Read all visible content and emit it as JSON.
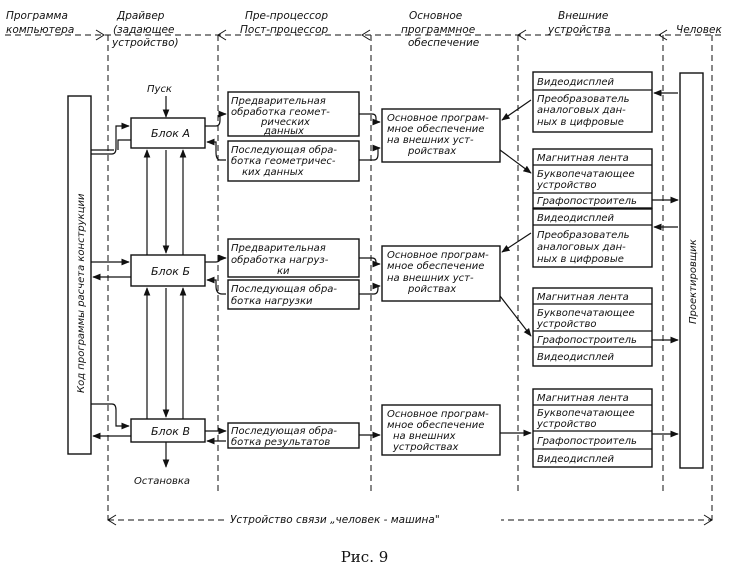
{
  "columns": {
    "program": "Программа компьютера",
    "driver": "Драйвер (задающее устройство)",
    "processor": "Пре-процессор Пост-процессор",
    "software": "Основное программное обеспечение",
    "devices": "Внешние устройства",
    "human": "Человек"
  },
  "left_vertical": "Код программы расчета конструкции",
  "right_vertical": "Проектировщик",
  "start": "Пуск",
  "stop": "Остановка",
  "blocks": {
    "a": "Блок А",
    "b": "Блок Б",
    "c": "Блок В"
  },
  "pre_a": "Предварительная обработка геометрических данных",
  "post_a": "Последующая обработка геометрических данных",
  "pre_b": "Предварительная обработка нагрузки",
  "post_b": "Последующая обработка нагрузки",
  "post_c": "Последующая обработка результатов",
  "software_box": "Основное программное обеспечение на внешних устройствах",
  "dev": {
    "g1": [
      "Видеодисплей",
      "Преобразователь аналоговых данных в цифровые"
    ],
    "g2": [
      "Магнитная лента",
      "Буквопечатающее устройство",
      "Графопостроитель"
    ],
    "g3": [
      "Видеодисплей",
      "Преобразователь аналоговых данных в цифровые"
    ],
    "g4": [
      "Магнитная лента",
      "Буквопечатающее устройство",
      "Графопостроитель",
      "Видеодисплей"
    ],
    "g5": [
      "Магнитная лента",
      "Буквопечатающее устройство",
      "Графопостроитель",
      "Видеодисплей"
    ]
  },
  "interface": "Устройство связи „человек - машина\"",
  "caption": "Рис. 9"
}
